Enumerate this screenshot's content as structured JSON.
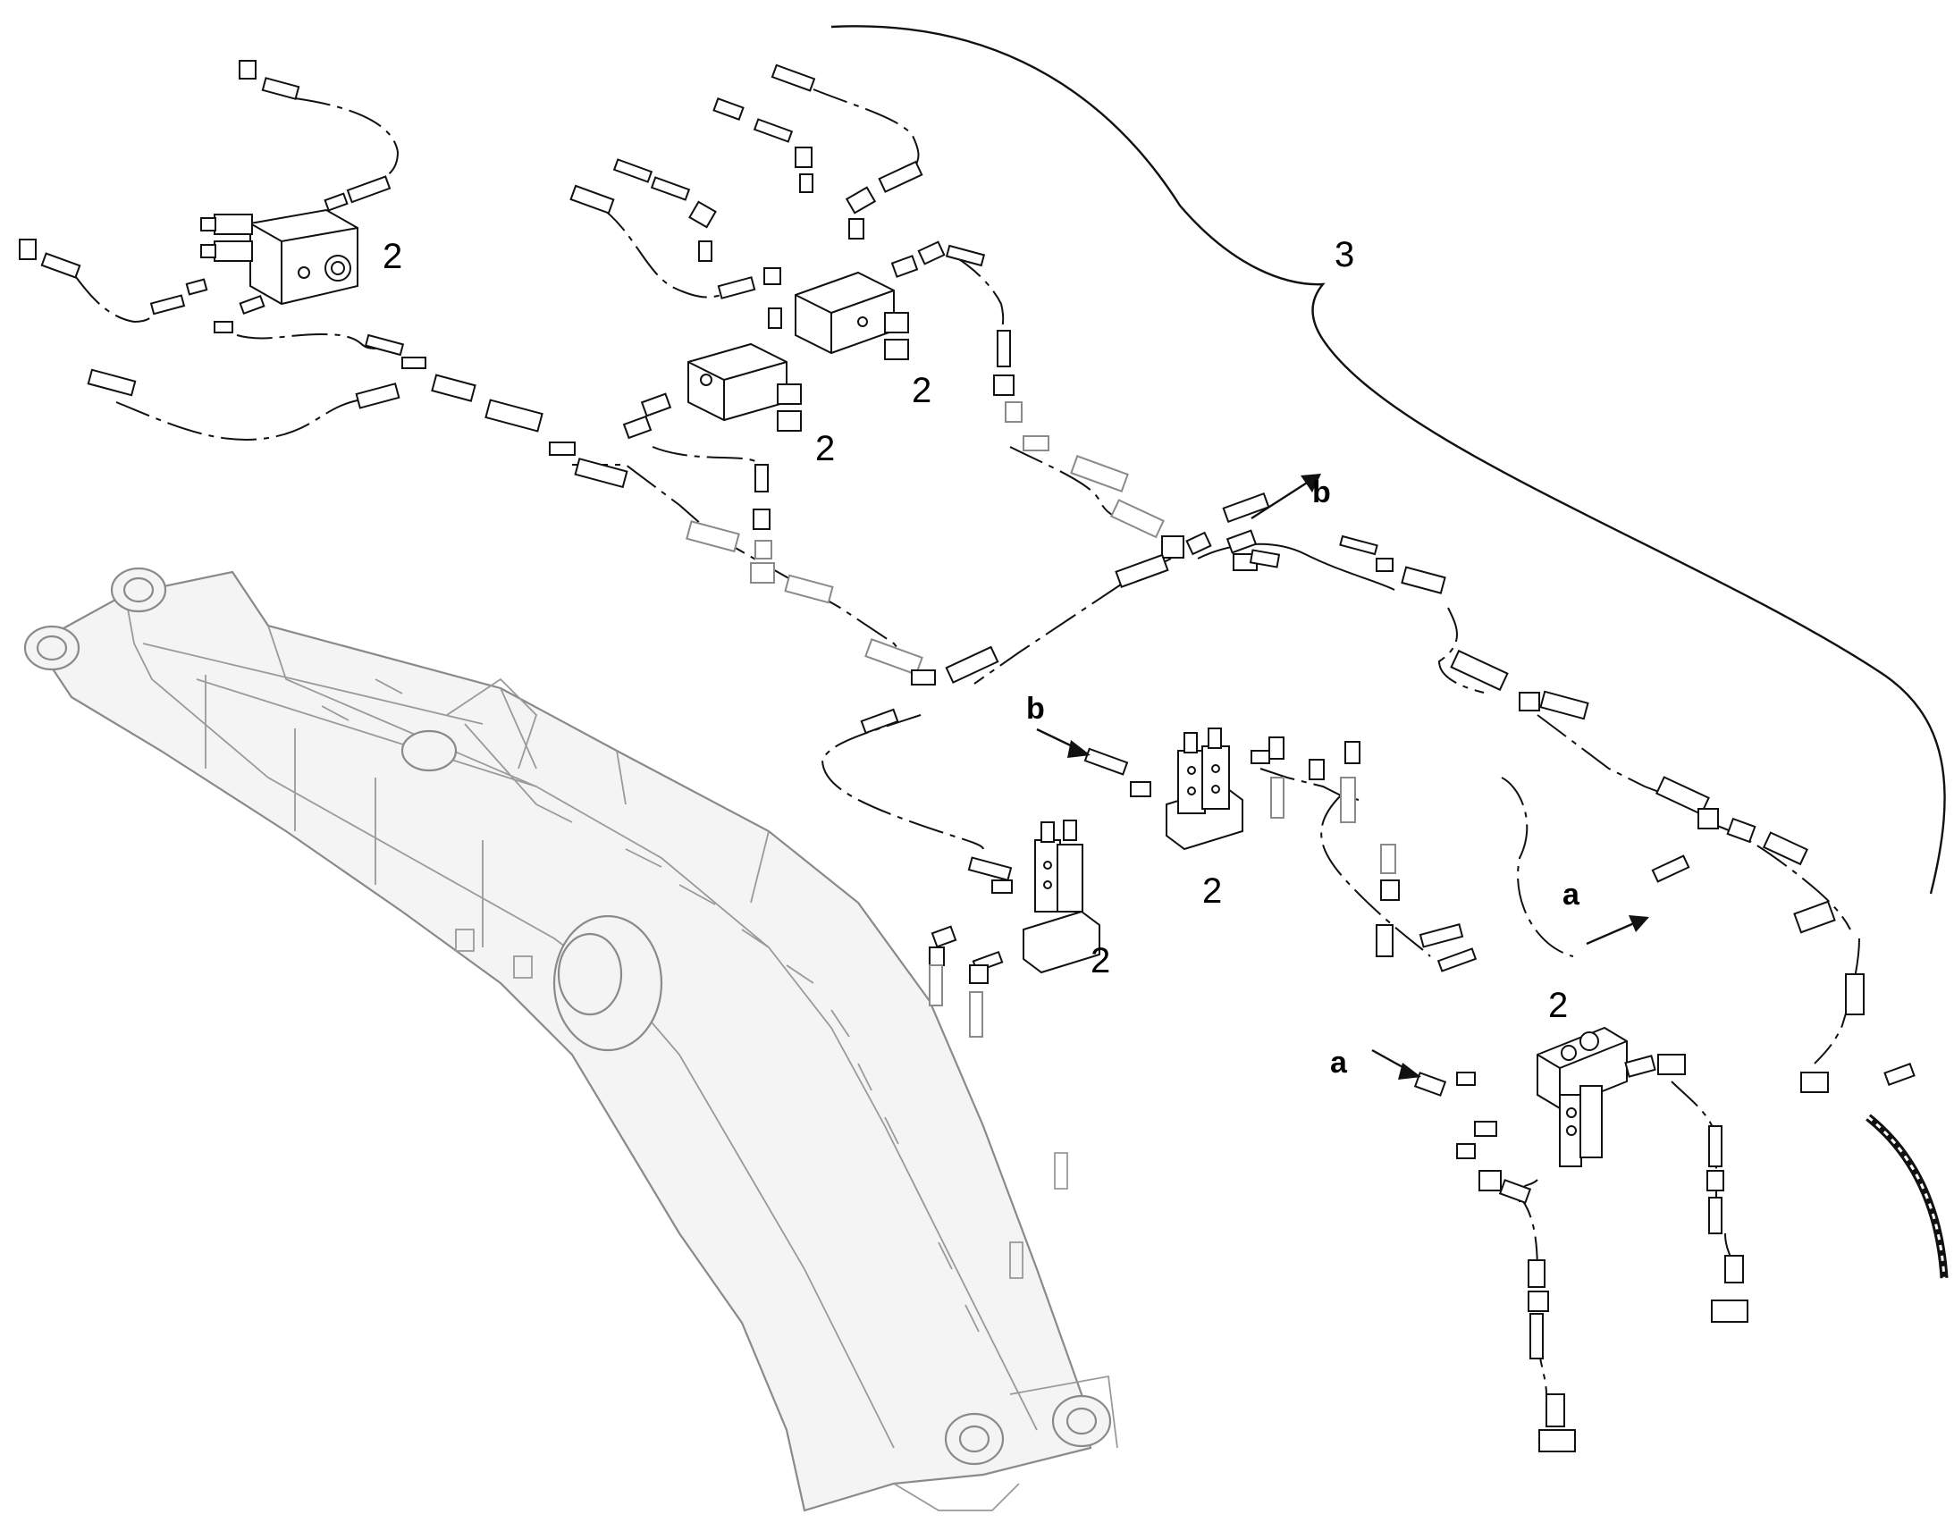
{
  "callouts": {
    "item_2": "2",
    "item_3": "3",
    "conn_a": "a",
    "conn_b": "b"
  }
}
